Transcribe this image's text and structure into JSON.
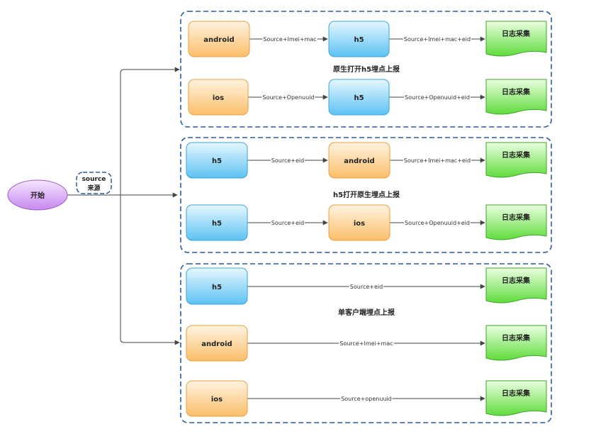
{
  "start": {
    "label": "开始"
  },
  "source": {
    "line1": "source",
    "line2": "来源"
  },
  "log_label": "日志采集",
  "groups": [
    {
      "title": "原生打开h5埋点上报",
      "rows": [
        {
          "from": "android",
          "mid": "h5",
          "edge1": "Source+Imei+mac",
          "edge2": "Source+Imei+mac+eid"
        },
        {
          "from": "ios",
          "mid": "h5",
          "edge1": "Source+Openuuid",
          "edge2": "Source+Openuuid+eid"
        }
      ]
    },
    {
      "title": "h5打开原生埋点上报",
      "rows": [
        {
          "from": "h5",
          "mid": "android",
          "edge1": "Source+eid",
          "edge2": "Source+Imei+mac+eid"
        },
        {
          "from": "h5",
          "mid": "ios",
          "edge1": "Source+eid",
          "edge2": "Source+Openuuid+eid"
        }
      ]
    },
    {
      "title": "单客户端埋点上报",
      "rows": [
        {
          "from": "h5",
          "edge": "Source+eid"
        },
        {
          "from": "android",
          "edge": "Source+Imei+mac"
        },
        {
          "from": "ios",
          "edge": "Source+openuuid"
        }
      ]
    }
  ],
  "colors": {
    "orange_top": "#fff3e0",
    "orange_bottom": "#fbbf6a",
    "orange_stroke": "#e8a040",
    "blue_top": "#e6f7ff",
    "blue_bottom": "#5cc2f2",
    "blue_stroke": "#3aa6dc",
    "green_top": "#eaffe0",
    "green_bottom": "#5fdc3c",
    "green_stroke": "#3ea52a",
    "purple_top": "#f6e6ff",
    "purple_bottom": "#c788ef",
    "purple_stroke": "#9a5cc7",
    "group_border": "#2a5d9e",
    "line": "#444444"
  }
}
